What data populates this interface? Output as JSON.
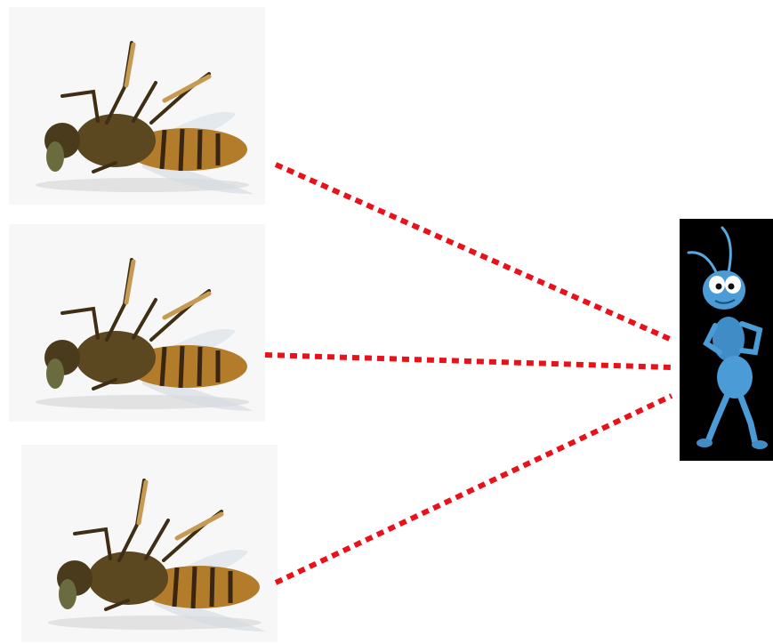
{
  "scene": {
    "background": "#ffffff",
    "flies": [
      {
        "id": "fly-1",
        "icon": "dead-fly-icon"
      },
      {
        "id": "fly-2",
        "icon": "dead-fly-icon"
      },
      {
        "id": "fly-3",
        "icon": "dead-fly-icon"
      }
    ],
    "ant": {
      "icon": "blue-ant-cartoon-icon",
      "background": "#000000",
      "body_color": "#4a9bd6"
    },
    "connectors": {
      "style": "dotted",
      "color": "#e8121b",
      "count": 3
    }
  }
}
